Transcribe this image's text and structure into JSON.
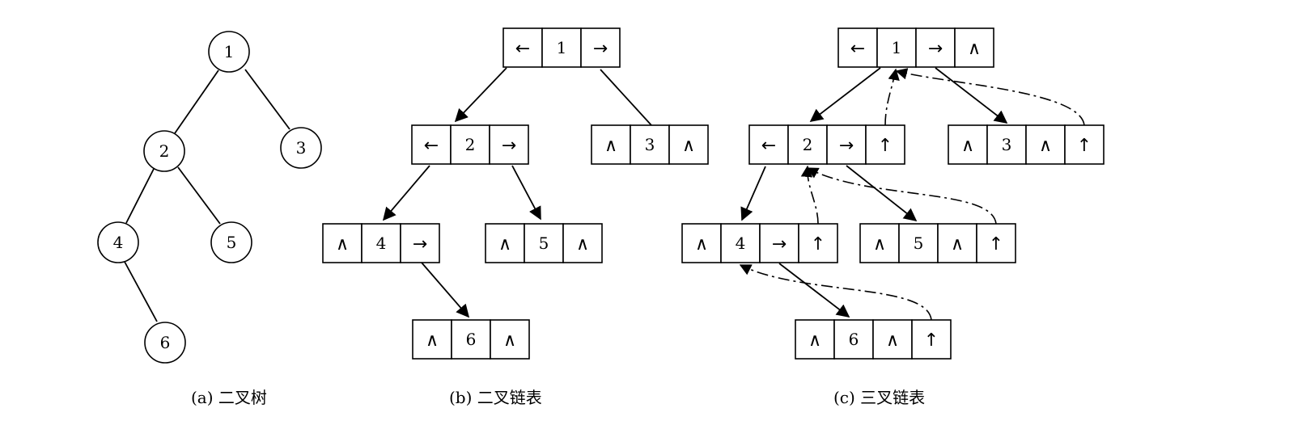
{
  "symbols": {
    "left": "←",
    "right": "→",
    "null": "∧",
    "parent": "↑"
  },
  "panel_a": {
    "caption": "(a) 二叉树",
    "nodes": [
      "1",
      "2",
      "3",
      "4",
      "5",
      "6"
    ]
  },
  "panel_b": {
    "caption": "(b) 二叉链表",
    "nodes": [
      {
        "id": "1",
        "cells": [
          "←",
          "1",
          "→"
        ]
      },
      {
        "id": "2",
        "cells": [
          "←",
          "2",
          "→"
        ]
      },
      {
        "id": "3",
        "cells": [
          "∧",
          "3",
          "∧"
        ]
      },
      {
        "id": "4",
        "cells": [
          "∧",
          "4",
          "→"
        ]
      },
      {
        "id": "5",
        "cells": [
          "∧",
          "5",
          "∧"
        ]
      },
      {
        "id": "6",
        "cells": [
          "∧",
          "6",
          "∧"
        ]
      }
    ]
  },
  "panel_c": {
    "caption": "(c) 三叉链表",
    "nodes": [
      {
        "id": "1",
        "cells": [
          "←",
          "1",
          "→",
          "∧"
        ]
      },
      {
        "id": "2",
        "cells": [
          "←",
          "2",
          "→",
          "↑"
        ]
      },
      {
        "id": "3",
        "cells": [
          "∧",
          "3",
          "∧",
          "↑"
        ]
      },
      {
        "id": "4",
        "cells": [
          "∧",
          "4",
          "→",
          "↑"
        ]
      },
      {
        "id": "5",
        "cells": [
          "∧",
          "5",
          "∧",
          "↑"
        ]
      },
      {
        "id": "6",
        "cells": [
          "∧",
          "6",
          "∧",
          "↑"
        ]
      }
    ]
  }
}
